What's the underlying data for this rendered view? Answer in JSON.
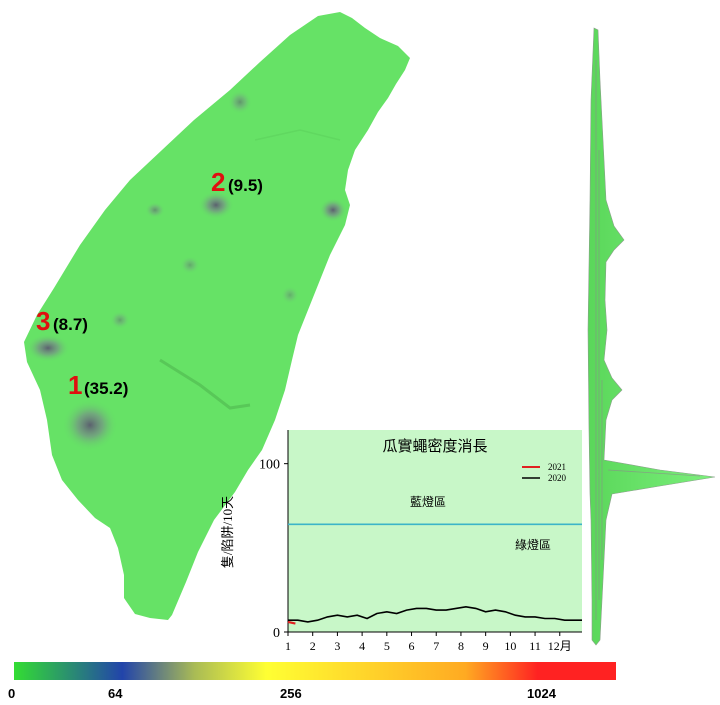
{
  "hotspots": [
    {
      "rank": "1",
      "value": "(35.2)"
    },
    {
      "rank": "2",
      "value": "(9.5)"
    },
    {
      "rank": "3",
      "value": "(8.7)"
    }
  ],
  "colors": {
    "map_base": "#66e266",
    "rank_label": "#e01010",
    "panel_bg": "#c8f7c8",
    "threshold_line": "#3cb4c8",
    "series_2021": "#e02020",
    "series_2020": "#000000"
  },
  "colorbar": {
    "stops": [
      "#33dd33",
      "#2244aa",
      "#ffff33",
      "#ff2222"
    ],
    "labels": [
      "0",
      "64",
      "256",
      "1024"
    ]
  },
  "chart_data": {
    "type": "line",
    "title": "瓜實蠅密度消長",
    "ylabel": "隻/陷阱/10天",
    "xlabel": "",
    "x_ticks": [
      "1",
      "2",
      "3",
      "4",
      "5",
      "6",
      "7",
      "8",
      "9",
      "10",
      "11",
      "12月"
    ],
    "y_ticks": [
      "0",
      "100"
    ],
    "xlim": [
      1,
      12.9
    ],
    "ylim": [
      0,
      120
    ],
    "grid": false,
    "legend_position": "top-right",
    "zones": [
      {
        "label": "藍燈區"
      },
      {
        "label": "綠燈區"
      }
    ],
    "threshold": 64,
    "series": [
      {
        "name": "2021",
        "x": [
          1.0,
          1.3
        ],
        "y": [
          6,
          5
        ]
      },
      {
        "name": "2020",
        "x": [
          1.0,
          1.4,
          1.8,
          2.2,
          2.6,
          3.0,
          3.4,
          3.8,
          4.2,
          4.6,
          5.0,
          5.4,
          5.8,
          6.2,
          6.6,
          7.0,
          7.4,
          7.8,
          8.2,
          8.6,
          9.0,
          9.4,
          9.8,
          10.2,
          10.6,
          11.0,
          11.4,
          11.8,
          12.2,
          12.6,
          12.9
        ],
        "y": [
          7,
          7,
          6,
          7,
          9,
          10,
          9,
          10,
          8,
          11,
          12,
          11,
          13,
          14,
          14,
          13,
          13,
          14,
          15,
          14,
          12,
          13,
          12,
          10,
          9,
          9,
          8,
          8,
          7,
          7,
          7
        ]
      }
    ]
  }
}
